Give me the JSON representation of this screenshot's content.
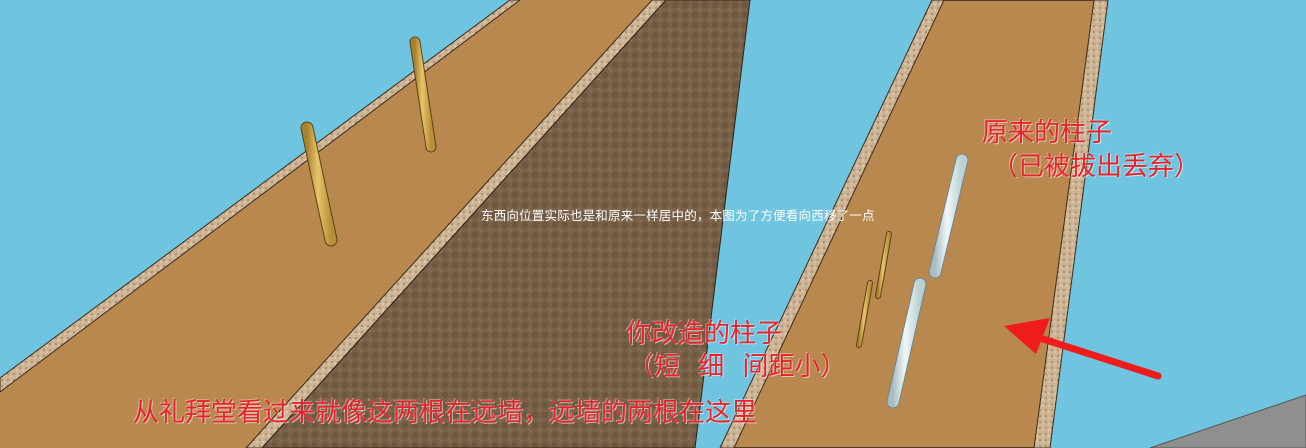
{
  "scene": {
    "sky_color": "#6fc4df",
    "floor_color": "#b9884f",
    "far_wall_color": "#7a6249",
    "curb_color": "#c8b399",
    "old_pillar_color": "#d8ecef",
    "new_pillar_color": "#d2a64a",
    "arrow_color": "#ee1c1c"
  },
  "annotations": {
    "position_note": "东西向位置实际也是和原来一样居中的，本图为了方便看向西移了一点",
    "old_pillars_title": "原来的柱子",
    "old_pillars_note": "（已被拔出丢弃）",
    "new_pillars_title": "你改造的柱子",
    "new_pillars_note": "（短 细 间距小）",
    "bottom_caption": "从礼拜堂看过来就像这两根在远墙，远墙的两根在这里"
  }
}
